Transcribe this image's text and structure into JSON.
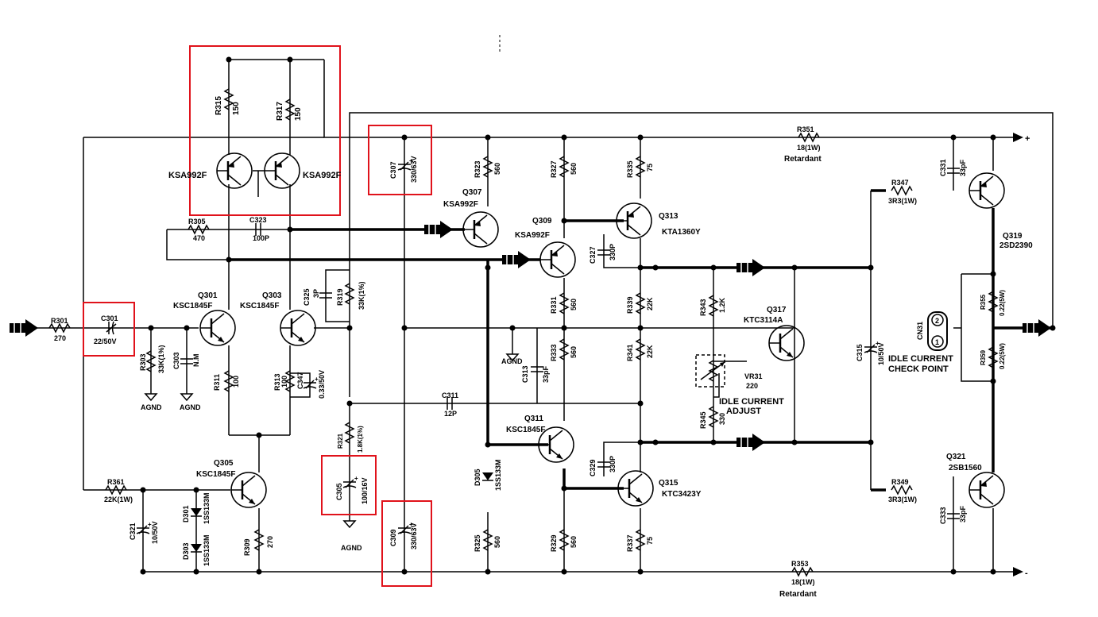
{
  "colors": {
    "wire": "#000000",
    "highlight": "#e0121b",
    "background": "#ffffff"
  },
  "terminals": {
    "plus": "+",
    "minus": "-"
  },
  "components": [
    {
      "id": "r315",
      "ref": "R315",
      "value": "150"
    },
    {
      "id": "r317",
      "ref": "R317",
      "value": "150"
    },
    {
      "id": "q_ksa1",
      "ref": "KSA992F",
      "value": ""
    },
    {
      "id": "q_ksa2",
      "ref": "KSA992F",
      "value": ""
    },
    {
      "id": "c307",
      "ref": "C307",
      "value": "330/63V"
    },
    {
      "id": "r323",
      "ref": "R323",
      "value": "560"
    },
    {
      "id": "r327",
      "ref": "R327",
      "value": "560"
    },
    {
      "id": "r335",
      "ref": "R335",
      "value": "75"
    },
    {
      "id": "r351",
      "ref": "R351",
      "value": "18(1W)"
    },
    {
      "id": "c331",
      "ref": "C331",
      "value": "33pF"
    },
    {
      "id": "r347",
      "ref": "R347",
      "value": "3R3(1W)"
    },
    {
      "id": "q319",
      "ref": "Q319",
      "value": "2SD2390"
    },
    {
      "id": "q307",
      "ref": "Q307",
      "value": "KSA992F"
    },
    {
      "id": "q309",
      "ref": "Q309",
      "value": "KSA992F"
    },
    {
      "id": "q313",
      "ref": "Q313",
      "value": "KTA1360Y"
    },
    {
      "id": "r305",
      "ref": "R305",
      "value": "470"
    },
    {
      "id": "c323",
      "ref": "C323",
      "value": "100P"
    },
    {
      "id": "c327",
      "ref": "C327",
      "value": "330P"
    },
    {
      "id": "c325",
      "ref": "C325",
      "value": "3P"
    },
    {
      "id": "r319",
      "ref": "R319",
      "value": "33K(1%)"
    },
    {
      "id": "q301",
      "ref": "Q301",
      "value": "KSC1845F"
    },
    {
      "id": "q303",
      "ref": "Q303",
      "value": "KSC1845F"
    },
    {
      "id": "r301",
      "ref": "R301",
      "value": "270"
    },
    {
      "id": "c301",
      "ref": "C301",
      "value": "22/50V"
    },
    {
      "id": "r303",
      "ref": "R303",
      "value": "33K(1%)"
    },
    {
      "id": "c303",
      "ref": "C303",
      "value": "N.M"
    },
    {
      "id": "r331",
      "ref": "R331",
      "value": "560"
    },
    {
      "id": "r339",
      "ref": "R339",
      "value": "22K"
    },
    {
      "id": "r343",
      "ref": "R343",
      "value": "1.2K"
    },
    {
      "id": "q317",
      "ref": "Q317",
      "value": "KTC3114A"
    },
    {
      "id": "r333",
      "ref": "R333",
      "value": "560"
    },
    {
      "id": "r341",
      "ref": "R341",
      "value": "22K"
    },
    {
      "id": "c313",
      "ref": "C313",
      "value": "33pF"
    },
    {
      "id": "vr31",
      "ref": "VR31",
      "value": "220"
    },
    {
      "id": "c315",
      "ref": "C315",
      "value": "10/50V"
    },
    {
      "id": "cn31",
      "ref": "CN31",
      "value": ""
    },
    {
      "id": "r355",
      "ref": "R355",
      "value": "0.22(5W)"
    },
    {
      "id": "r359",
      "ref": "R359",
      "value": "0.22(5W)"
    },
    {
      "id": "r311",
      "ref": "R311",
      "value": "100"
    },
    {
      "id": "r313",
      "ref": "R313",
      "value": "100"
    },
    {
      "id": "c347",
      "ref": "C347",
      "value": "0.33/50V"
    },
    {
      "id": "c311",
      "ref": "C311",
      "value": "12P"
    },
    {
      "id": "r321",
      "ref": "R321",
      "value": "1.8K(1%)"
    },
    {
      "id": "r345",
      "ref": "R345",
      "value": "330"
    },
    {
      "id": "q311",
      "ref": "Q311",
      "value": "KSC1845F"
    },
    {
      "id": "q305",
      "ref": "Q305",
      "value": "KSC1845F"
    },
    {
      "id": "c305",
      "ref": "C305",
      "value": "100/16V"
    },
    {
      "id": "d305",
      "ref": "D305",
      "value": "1SS133M"
    },
    {
      "id": "c329",
      "ref": "C329",
      "value": "330P"
    },
    {
      "id": "q315",
      "ref": "Q315",
      "value": "KTC3423Y"
    },
    {
      "id": "q321",
      "ref": "Q321",
      "value": "2SB1560"
    },
    {
      "id": "r361",
      "ref": "R361",
      "value": "22K(1W)"
    },
    {
      "id": "d301",
      "ref": "D301",
      "value": "1SS133M"
    },
    {
      "id": "d303",
      "ref": "D303",
      "value": "1SS133M"
    },
    {
      "id": "r349",
      "ref": "R349",
      "value": "3R3(1W)"
    },
    {
      "id": "c333",
      "ref": "C333",
      "value": "33pF"
    },
    {
      "id": "c321",
      "ref": "C321",
      "value": "10/50V"
    },
    {
      "id": "r309",
      "ref": "R309",
      "value": "270"
    },
    {
      "id": "c309",
      "ref": "C309",
      "value": "330/63V"
    },
    {
      "id": "r325",
      "ref": "R325",
      "value": "560"
    },
    {
      "id": "r329",
      "ref": "R329",
      "value": "560"
    },
    {
      "id": "r337",
      "ref": "R337",
      "value": "75"
    },
    {
      "id": "r353",
      "ref": "R353",
      "value": "18(1W)"
    }
  ],
  "notes": {
    "retardant_top": "Retardant",
    "retardant_bottom": "Retardant",
    "agnd": "AGND",
    "idle_current_check_1": "IDLE CURRENT",
    "idle_current_check_2": "CHECK POINT",
    "idle_current_adjust_1": "IDLE CURRENT",
    "idle_current_adjust_2": "ADJUST",
    "cn31_pin1": "1",
    "cn31_pin2": "2"
  }
}
